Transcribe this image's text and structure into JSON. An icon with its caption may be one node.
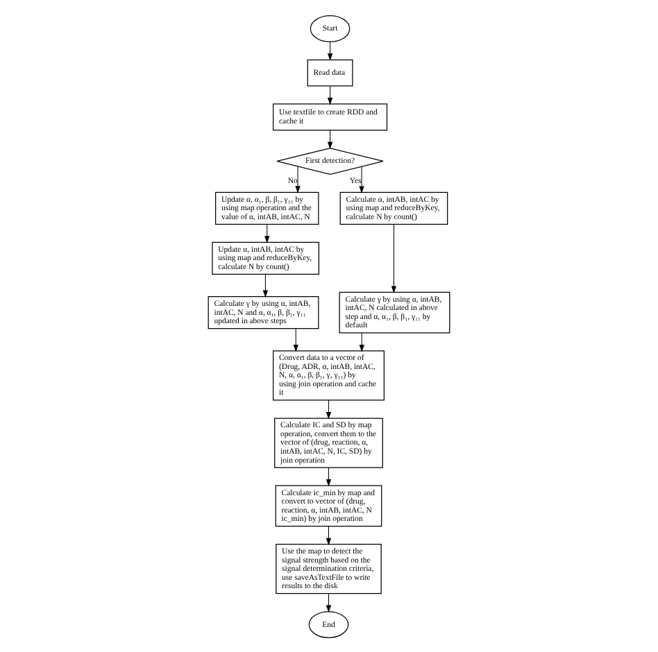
{
  "diagram": {
    "nodes": [
      {
        "text": [
          "Start"
        ]
      },
      {
        "text": [
          "Read data"
        ]
      },
      {
        "text": [
          "Use textfile to create RDD and cache it"
        ]
      },
      {
        "text": [
          "First detection?"
        ]
      },
      {
        "text": [
          "Update α, α₁, β, β₁, γ₁₁ by using map operation and the value of α, intAB, intAC, N"
        ]
      },
      {
        "text": [
          "Update α, intAB, intAC by using map and reduceByKey, calculate N by count()"
        ]
      },
      {
        "text": [
          "Calculate γ by using α, intAB, intAC, N and α, α₁, β, β₁, γ₁₁ updated in above steps"
        ]
      },
      {
        "text": [
          "Calculate α, intAB, intAC by using map and reduceByKey, calculate N by count()"
        ]
      },
      {
        "text": [
          "Calculate γ by using α, intAB, intAC, N calculated in above step and α, α₁, β, β₁, γ₁₁ by default"
        ]
      },
      {
        "text": [
          "Convert data to a vector of (Drug, ADR, α, intAB, intAC, N, α, α₁, β, β₁, γ, γ₁₁) by using join operation and cache it"
        ]
      },
      {
        "text": [
          "Calculate IC and SD by map operation, convert them to the vector of (drug, reaction, α, intAB, intAC, N, IC, SD) by join operation"
        ]
      },
      {
        "text": [
          "Calculate ic_min by map and convert to vector of (drug, reaction, α, intAB, intAC, N ic_min) by join operation"
        ]
      },
      {
        "text": [
          "Use the map to detect the signal strength based on the signal determination criteria, use saveAsTextFile to write results to the disk"
        ]
      },
      {
        "text": [
          "End"
        ]
      }
    ],
    "edges": [
      {
        "from": 0,
        "to": 1,
        "arrow": "to"
      },
      {
        "from": 1,
        "to": 2,
        "arrow": "to"
      },
      {
        "from": 2,
        "to": 3,
        "arrow": "to"
      },
      {
        "from": 3,
        "to": 4,
        "label": "No",
        "arrow": "to"
      },
      {
        "from": 3,
        "to": 7,
        "label": "Yes",
        "arrow": "to"
      },
      {
        "from": 4,
        "to": 5,
        "arrow": "to"
      },
      {
        "from": 5,
        "to": 6,
        "arrow": "to"
      },
      {
        "from": 7,
        "to": 8,
        "arrow": "to"
      },
      {
        "from": 6,
        "to": 9,
        "arrow": "to"
      },
      {
        "from": 8,
        "to": 9,
        "arrow": "to"
      },
      {
        "from": 9,
        "to": 10,
        "arrow": "to"
      },
      {
        "from": 10,
        "to": 11,
        "arrow": "to"
      },
      {
        "from": 11,
        "to": 12,
        "arrow": "to"
      },
      {
        "from": 12,
        "to": 13,
        "arrow": "to"
      }
    ]
  }
}
